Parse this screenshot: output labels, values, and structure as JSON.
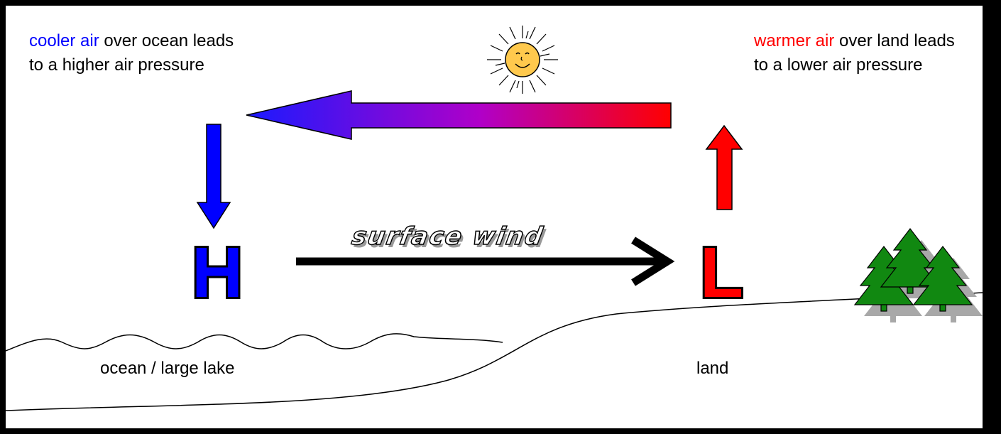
{
  "colors": {
    "cool": "#0000ff",
    "warm": "#ff0000",
    "tree_green": "#118811",
    "tree_shadow": "#a8a8a8",
    "sun_fill": "#ffc94d"
  },
  "ocean_caption": {
    "highlight": "cooler air",
    "line1_rest": " over ocean leads",
    "line2": "to a higher air pressure"
  },
  "land_caption": {
    "highlight": "warmer air",
    "line1_rest": " over land leads",
    "line2": "to a lower air pressure"
  },
  "wind_label": "surface wind",
  "high_letter": "H",
  "low_letter": "L",
  "ocean_label": "ocean / large lake",
  "land_label": "land",
  "icons": [
    "sun-icon",
    "trees-icon"
  ]
}
